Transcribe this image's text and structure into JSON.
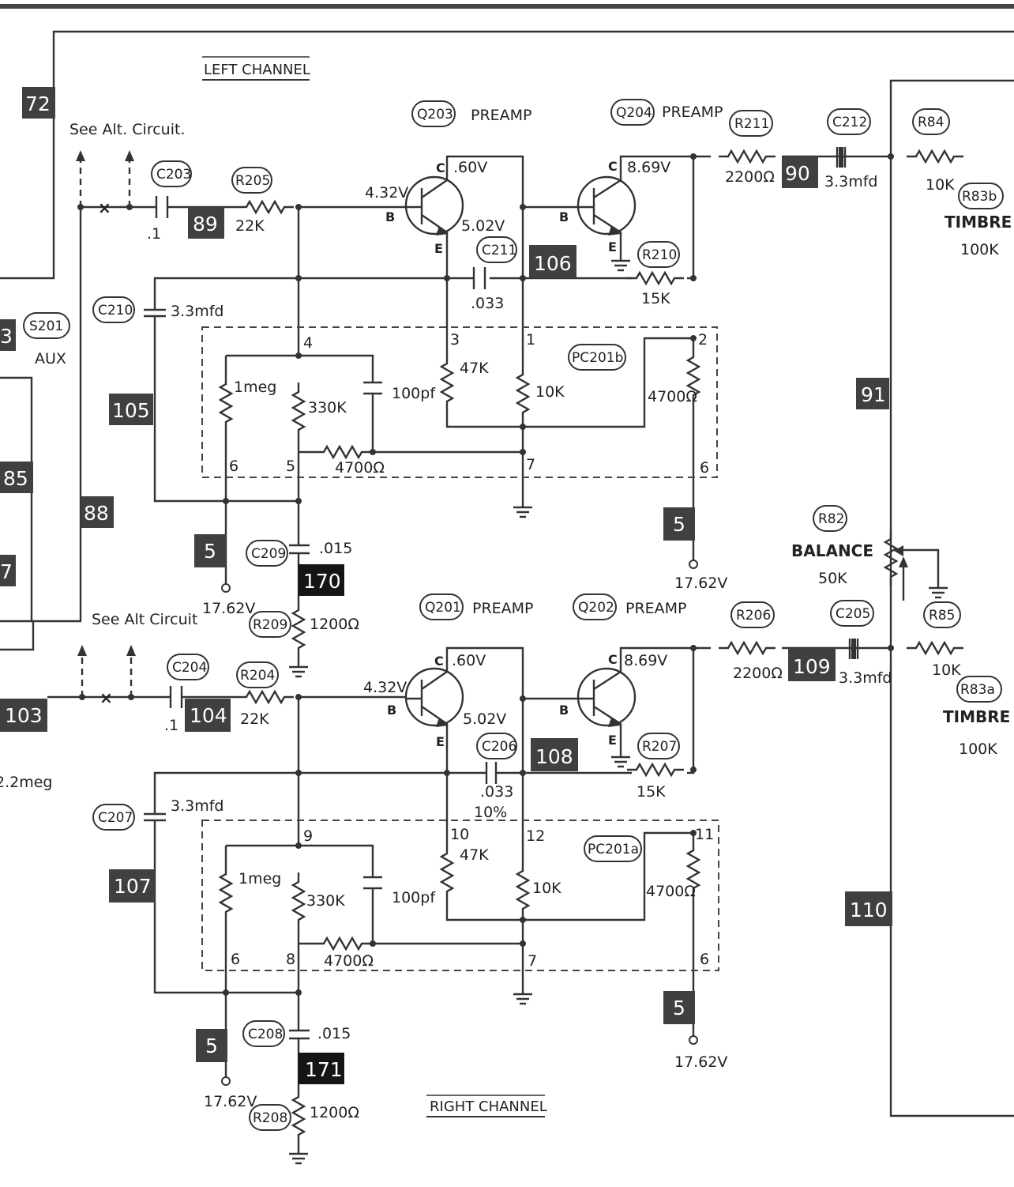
{
  "section_titles": {
    "left": "LEFT CHANNEL",
    "right": "RIGHT CHANNEL"
  },
  "notes": {
    "alt_top": "See Alt. Circuit.",
    "alt_bottom": "See Alt Circuit"
  },
  "switch": {
    "ref": "S201",
    "label": "AUX"
  },
  "balance": {
    "ref": "R82",
    "label": "BALANCE",
    "value": "50K"
  },
  "left_components": {
    "q_first": {
      "ref": "Q203",
      "label": "PREAMP"
    },
    "q_second": {
      "ref": "Q204",
      "label": "PREAMP"
    },
    "c_in": {
      "ref": "C203",
      "value": ".1"
    },
    "r_in": {
      "ref": "R205",
      "value": "22K"
    },
    "c_fb": {
      "ref": "C210",
      "value": "3.3mfd"
    },
    "c_cpl": {
      "ref": "C211",
      "value": ".033"
    },
    "r_fb": {
      "ref": "R210",
      "value": "15K"
    },
    "r_out": {
      "ref": "R211",
      "value": "2200Ω"
    },
    "c_out": {
      "ref": "C212",
      "value": "3.3mfd"
    },
    "r_tone": {
      "ref": "R84",
      "value": "10K"
    },
    "timbre": {
      "ref": "R83b",
      "label": "TIMBRE",
      "value": "100K"
    },
    "c_shunt": {
      "ref": "C209",
      "value": ".015"
    },
    "r_shunt": {
      "ref": "R209",
      "value": "1200Ω"
    },
    "pc": {
      "ref": "PC201b"
    }
  },
  "right_components": {
    "q_first": {
      "ref": "Q201",
      "label": "PREAMP"
    },
    "q_second": {
      "ref": "Q202",
      "label": "PREAMP"
    },
    "c_in": {
      "ref": "C204",
      "value": ".1"
    },
    "r_in": {
      "ref": "R204",
      "value": "22K"
    },
    "c_fb": {
      "ref": "C207",
      "value": "3.3mfd"
    },
    "c_cpl": {
      "ref": "C206",
      "value": ".033",
      "tolerance": "10%"
    },
    "r_fb": {
      "ref": "R207",
      "value": "15K"
    },
    "r_out": {
      "ref": "R206",
      "value": "2200Ω"
    },
    "c_out": {
      "ref": "C205",
      "value": "3.3mfd"
    },
    "r_tone": {
      "ref": "R85",
      "value": "10K"
    },
    "timbre": {
      "ref": "R83a",
      "label": "TIMBRE",
      "value": "100K"
    },
    "c_shunt": {
      "ref": "C208",
      "value": ".015"
    },
    "r_shunt": {
      "ref": "R208",
      "value": "1200Ω"
    },
    "pc": {
      "ref": "PC201a"
    }
  },
  "module_values": {
    "r_a": "1meg",
    "r_b": "330K",
    "cap": "100pf",
    "r_c": "4700Ω",
    "r_d": "47K",
    "r_e": "10K",
    "r_f": "4700Ω"
  },
  "voltages": {
    "base": "4.32V",
    "collector_first": ".60V",
    "emitter_first": "5.02V",
    "collector_second": "8.69V",
    "supply": "17.62V"
  },
  "pin_letters": {
    "c": "C",
    "b": "B",
    "e": "E"
  },
  "left_pins": {
    "p4": "4",
    "p3": "3",
    "p1": "1",
    "p2": "2",
    "p6a": "6",
    "p5": "5",
    "p7": "7",
    "p6b": "6"
  },
  "right_pins": {
    "p9": "9",
    "p10": "10",
    "p12": "12",
    "p11": "11",
    "p6a": "6",
    "p8": "8",
    "p7": "7",
    "p6b": "6"
  },
  "misc": {
    "edge_resistor": "2.2meg"
  },
  "test_points": {
    "tp72": "72",
    "tp3": "3",
    "tp85": "85",
    "tp7": "7",
    "tp88": "88",
    "tp105": "105",
    "tp89": "89",
    "tp106": "106",
    "tp90": "90",
    "tp91": "91",
    "tp5_left_a": "5",
    "tp5_left_b": "5",
    "tp170": "170",
    "tp103": "103",
    "tp104": "104",
    "tp108": "108",
    "tp109": "109",
    "tp107": "107",
    "tp110": "110",
    "tp5_right_a": "5",
    "tp5_right_b": "5",
    "tp171": "171"
  }
}
